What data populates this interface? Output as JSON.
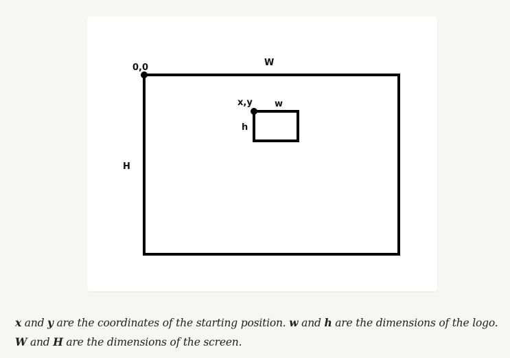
{
  "diagram": {
    "labels": {
      "origin": "0,0",
      "screen_width": "W",
      "screen_height": "H",
      "position": "x,y",
      "logo_width": "w",
      "logo_height": "h"
    }
  },
  "caption": {
    "line1": {
      "x": "x",
      "and1": " and ",
      "y": "y",
      "text1": " are the coordinates of the starting position. ",
      "w": "w",
      "and2": " and ",
      "h": "h",
      "text2": " are the dimensions of the logo."
    },
    "line2": {
      "W": "W",
      "and": " and ",
      "H": "H",
      "text": " are the dimensions of the screen."
    }
  }
}
